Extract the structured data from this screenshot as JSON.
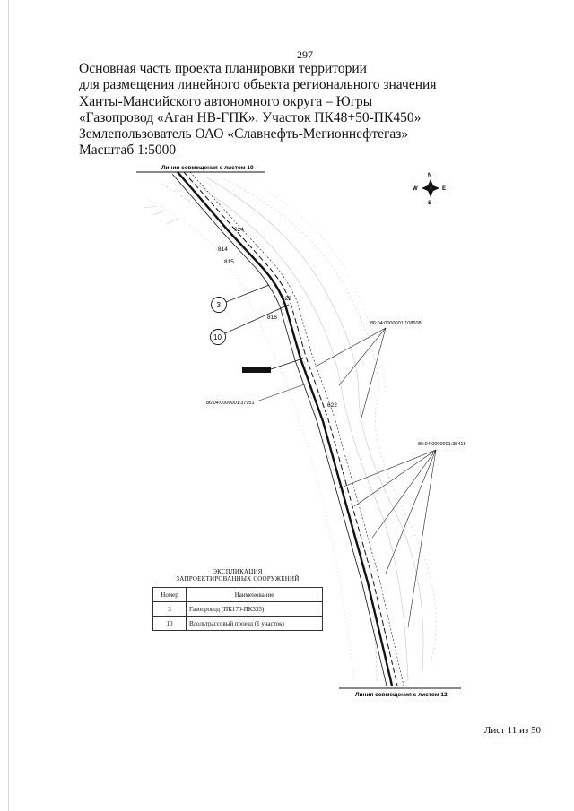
{
  "page_number": "297",
  "title_lines": [
    "Основная часть проекта планировки территории",
    "для размещения линейного объекта регионального значения",
    "Ханты-Мансийского автономного округа – Югры",
    "«Газопровод «Аган НВ-ГПК». Участок ПК48+50-ПК450»",
    "Землепользователь ОАО «Славнефть-Мегионнефтегаз»",
    "Масштаб 1:5000"
  ],
  "map": {
    "match_line_top": "Линия совмещения с листом 10",
    "match_line_bottom": "Линия совмещения с листом 12",
    "compass": {
      "n": "N",
      "s": "S",
      "w": "W",
      "e": "E"
    },
    "pickets": [
      "624",
      "814",
      "815",
      "623",
      "816",
      "622"
    ],
    "callouts": [
      "3",
      "10"
    ],
    "parcels": [
      "86:04:0000001:108608",
      "86:04:0000001:37951",
      "86:04:0000001:35418"
    ]
  },
  "legend": {
    "title_line1": "ЭКСПЛИКАЦИЯ",
    "title_line2": "ЗАПРОЕКТИРОВАННЫХ СООРУЖЕНИЙ",
    "col_number": "Номер",
    "col_name": "Наименование",
    "rows": [
      {
        "num": "3",
        "name": "Газопровод (ПК170-ПК335)"
      },
      {
        "num": "10",
        "name": "Вдольтрассовый проезд (1 участок)"
      }
    ]
  },
  "sheet_label": "Лист 11 из 50"
}
